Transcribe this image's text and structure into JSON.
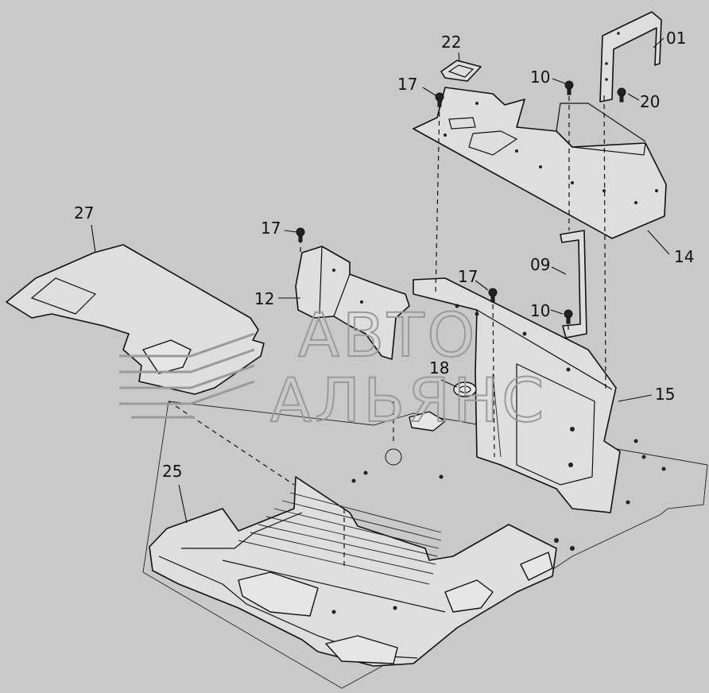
{
  "watermark": {
    "line1": "АВТО",
    "line2": "АЛЬЯНС",
    "mark_icon": "autoalliance-logo-icon"
  },
  "callouts": [
    {
      "id": "c01",
      "text": "01"
    },
    {
      "id": "c22",
      "text": "22"
    },
    {
      "id": "c17a",
      "text": "17"
    },
    {
      "id": "c10a",
      "text": "10"
    },
    {
      "id": "c20",
      "text": "20"
    },
    {
      "id": "c27",
      "text": "27"
    },
    {
      "id": "c17b",
      "text": "17"
    },
    {
      "id": "c12",
      "text": "12"
    },
    {
      "id": "c14",
      "text": "14"
    },
    {
      "id": "c09",
      "text": "09"
    },
    {
      "id": "c17c",
      "text": "17"
    },
    {
      "id": "c10b",
      "text": "10"
    },
    {
      "id": "c18",
      "text": "18"
    },
    {
      "id": "c15",
      "text": "15"
    },
    {
      "id": "c25",
      "text": "25"
    }
  ],
  "colors": {
    "background": "#c9c9c9",
    "line": "#111111",
    "watermark": "#9a9a9a"
  }
}
